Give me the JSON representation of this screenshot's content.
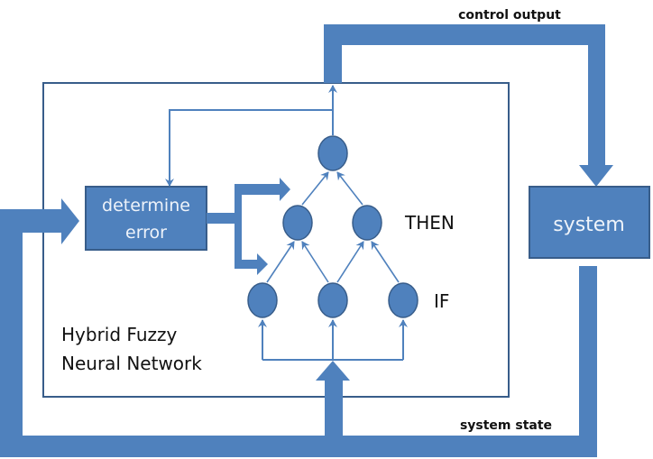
{
  "diagram": {
    "title": "Hybrid Fuzzy Neural Network control loop",
    "colors": {
      "pipe": "#4F81BD",
      "border": "#385D8A",
      "thin_line": "#4F81BD",
      "node": "#4F81BD",
      "text": "#111111",
      "box_text": "#EEF3FA"
    },
    "labels": {
      "control_output": "control output",
      "system_state": "system state",
      "network_line1": "Hybrid Fuzzy",
      "network_line2": "Neural Network",
      "then": "THEN",
      "if": "IF"
    },
    "boxes": {
      "determine_error_line1": "determine",
      "determine_error_line2": "error",
      "system": "system"
    },
    "layers": [
      {
        "name": "IF",
        "node_count": 3
      },
      {
        "name": "THEN",
        "node_count": 2
      },
      {
        "name": "output",
        "node_count": 1
      }
    ]
  }
}
